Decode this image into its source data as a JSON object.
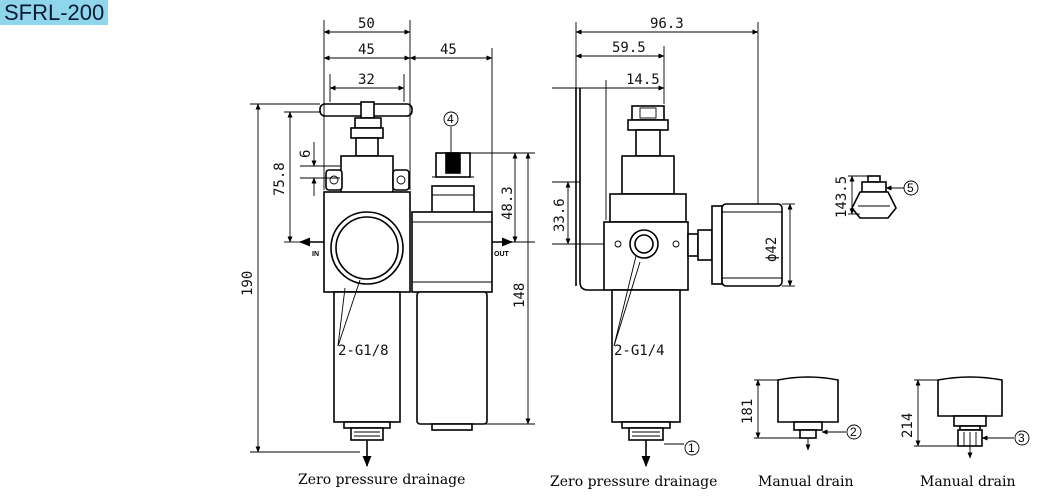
{
  "title": "SFRL-200",
  "dimensions": {
    "d50": "50",
    "d45a": "45",
    "d45b": "45",
    "d32": "32",
    "d6": "6",
    "d75_8": "75.8",
    "d190": "190",
    "d48_3": "48.3",
    "d148": "148",
    "d96_3": "96.3",
    "d59_5": "59.5",
    "d14_5": "14.5",
    "d33_6": "33.6",
    "d42": "ϕ42",
    "d143_5": "143.5",
    "d181": "181",
    "d214": "214"
  },
  "port_labels": {
    "in": "IN",
    "out": "OUT"
  },
  "thread_labels": {
    "front": "2-G1/8",
    "side": "2-G1/4"
  },
  "callouts": [
    "1",
    "2",
    "3",
    "4",
    "5"
  ],
  "captions": {
    "front": "Zero pressure drainage",
    "side": "Zero pressure drainage",
    "manual1": "Manual drain",
    "manual2": "Manual drain"
  }
}
